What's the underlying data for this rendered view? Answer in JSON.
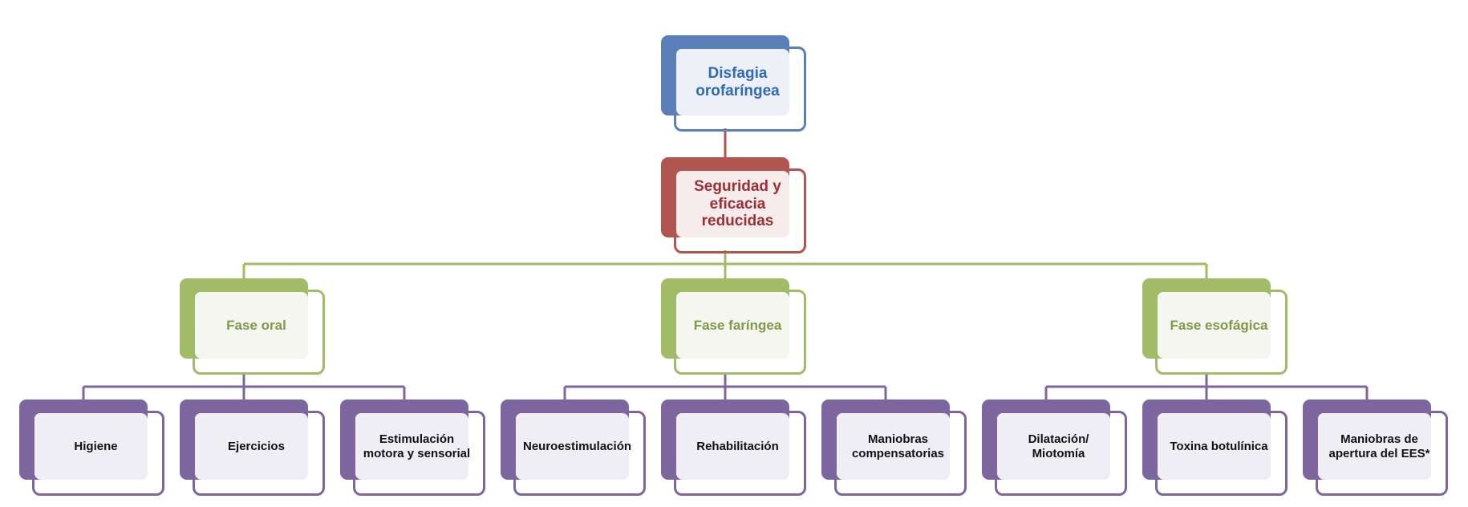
{
  "diagram": {
    "title": "Disfagia orofaríngea",
    "colors": {
      "level0": "#5b80b9",
      "level1": "#b15551",
      "level2": "#a2bb66",
      "level3": "#7d659d"
    },
    "root": {
      "label": "Disfagia\norofaríngea",
      "child": {
        "label": "Seguridad y\neficacia\nreducidas",
        "phases": [
          {
            "label": "Fase oral",
            "treatments": [
              "Higiene",
              "Ejercicios",
              "Estimulación\nmotora y sensorial"
            ]
          },
          {
            "label": "Fase faríngea",
            "treatments": [
              "Neuroestimulación",
              "Rehabilitación",
              "Maniobras\ncompensatorias"
            ]
          },
          {
            "label": "Fase esofágica",
            "treatments": [
              "Dilatación/\nMiotomía",
              "Toxina botulínica",
              "Maniobras de\napertura del EES*"
            ]
          }
        ]
      }
    }
  }
}
